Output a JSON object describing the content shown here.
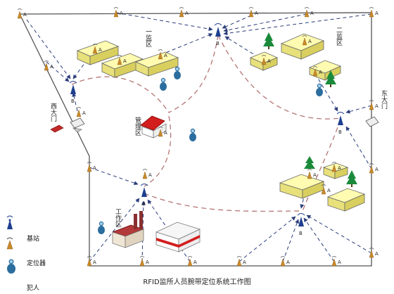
{
  "caption": "RFID监所人员腕带定位系统工作图",
  "zones": {
    "zone1": "一监区",
    "zone2": "二监区",
    "west_gate": "西大门",
    "east_gate": "东大门",
    "management": "管理区",
    "work": "工作区"
  },
  "marks": {
    "tag_a": "A",
    "base_b": "B"
  },
  "legend": {
    "base_station": "基站",
    "locator": "定位器",
    "prisoner": "犯人"
  },
  "colors": {
    "base_station": "#1f3f8f",
    "locator": "#c98a2a",
    "wall": "#555555",
    "dashed_link": "#b06a6a",
    "arrow": "#2a3c7a",
    "building_yellow": "#eeee77",
    "roof_red": "#d21e1e",
    "tree": "#1a8a3a",
    "person": "#2b6d9e"
  }
}
